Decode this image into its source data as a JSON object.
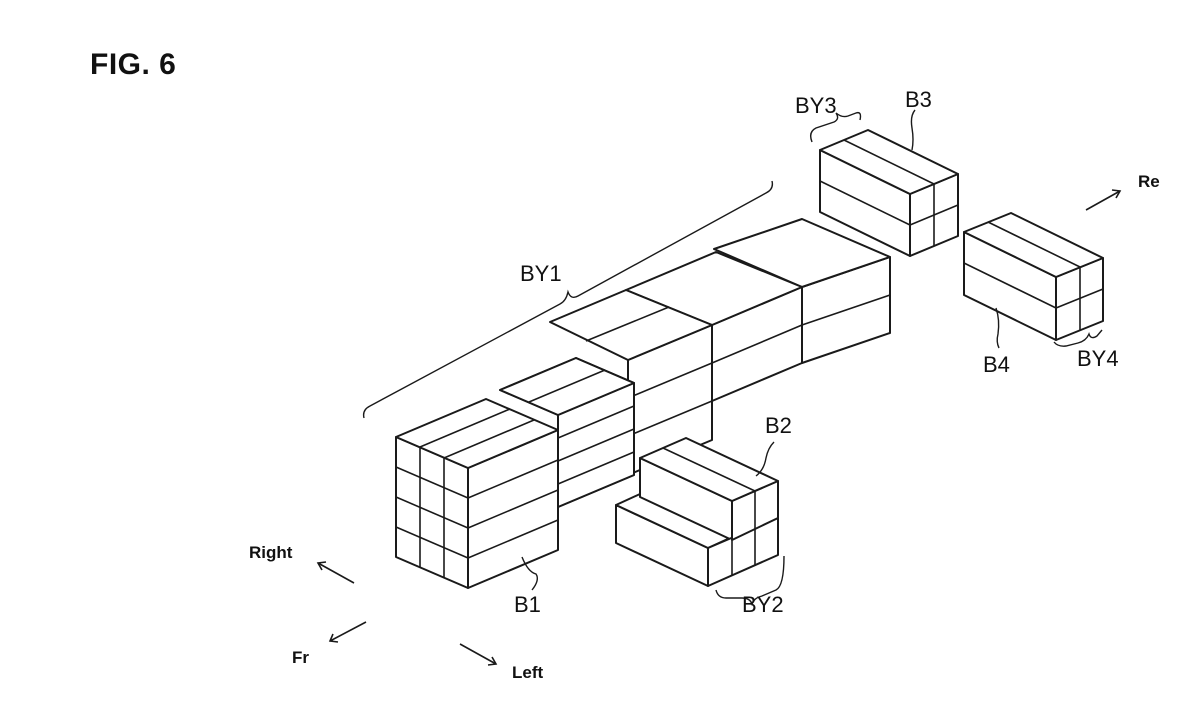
{
  "figure": {
    "title": "FIG. 6"
  },
  "labels": {
    "by1": "BY1",
    "by2": "BY2",
    "by3": "BY3",
    "by4": "BY4",
    "b1": "B1",
    "b2": "B2",
    "b3": "B3",
    "b4": "B4"
  },
  "directions": {
    "right": "Right",
    "front": "Fr",
    "left": "Left",
    "rear": "Re"
  }
}
